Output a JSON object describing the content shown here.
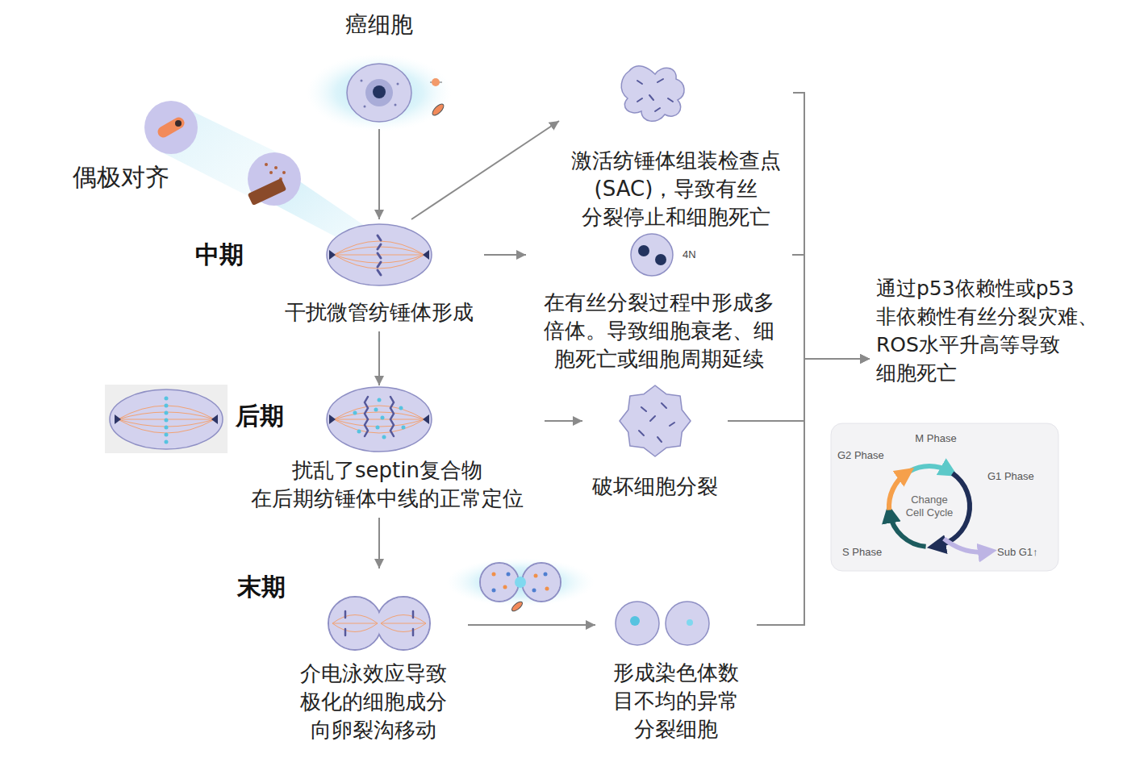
{
  "diagram": {
    "nodes": [
      {
        "text": [
          "癌细胞"
        ]
      },
      {
        "text": [
          "中期",
          "干扰微管纺锤体形成"
        ]
      },
      {
        "text": [
          "后期",
          "扰乱了septin复合物 在后期纺锤体中线的正常定位"
        ]
      },
      {
        "text": [
          "末期",
          "介电泳效应导致 极化的细胞成分 向卵裂沟移动"
        ]
      },
      {
        "text": [
          "激活纺锤体组装检查点 (SAC)，导致有丝 分裂停止和细胞死亡"
        ]
      },
      {
        "text": [
          "4N",
          "在有丝分裂过程中形成多 倍体。导致细胞衰老、细 胞死亡或细胞周期延续"
        ]
      },
      {
        "text": [
          "破坏细胞分裂"
        ]
      },
      {
        "text": [
          "形成染色体数 目不均的异常 分裂细胞"
        ]
      },
      {
        "text": [
          "通过p53依赖性或p53 非依赖性有丝分裂灾难、 ROS水平升高等导致 细胞死亡"
        ]
      },
      {
        "text": [
          "M Phase",
          "G2 Phase",
          "G1 Phase",
          "S Phase",
          "Change Cell Cycle",
          "Sub G1↑"
        ]
      }
    ],
    "edges": [
      {
        "from": 0,
        "to": 1,
        "arrow": "to"
      },
      {
        "from": 1,
        "to": 2,
        "arrow": "to"
      },
      {
        "from": 2,
        "to": 3,
        "arrow": "to"
      },
      {
        "from": 1,
        "to": 4,
        "arrow": "to"
      },
      {
        "from": 1,
        "to": 5,
        "arrow": "to"
      },
      {
        "from": 2,
        "to": 6,
        "arrow": "to"
      },
      {
        "from": 3,
        "to": 7,
        "arrow": "to"
      },
      {
        "from": 4,
        "to": 8,
        "arrow": "to"
      },
      {
        "from": 5,
        "to": 8,
        "arrow": "to"
      },
      {
        "from": 6,
        "to": 8,
        "arrow": "to"
      },
      {
        "from": 7,
        "to": 8,
        "arrow": "to"
      }
    ],
    "labels": [
      "偶极对齐"
    ]
  }
}
